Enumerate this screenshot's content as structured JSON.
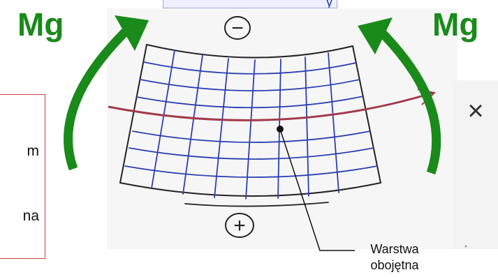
{
  "title_fragment": "y",
  "moment_labels": {
    "left": "Mg",
    "right": "Mg"
  },
  "info_box": {
    "line1": "m",
    "line2": "na"
  },
  "sketch_signs": {
    "top": "−",
    "bottom": "+"
  },
  "axis_label": "×",
  "caption": {
    "line1": "Warstwa",
    "line2": "obojętna"
  },
  "colors": {
    "arrow_green": "#1a8a1a",
    "grid_blue": "#2a3fb0",
    "neutral_layer": "#a13a4a",
    "box_border": "#d23a3a"
  }
}
